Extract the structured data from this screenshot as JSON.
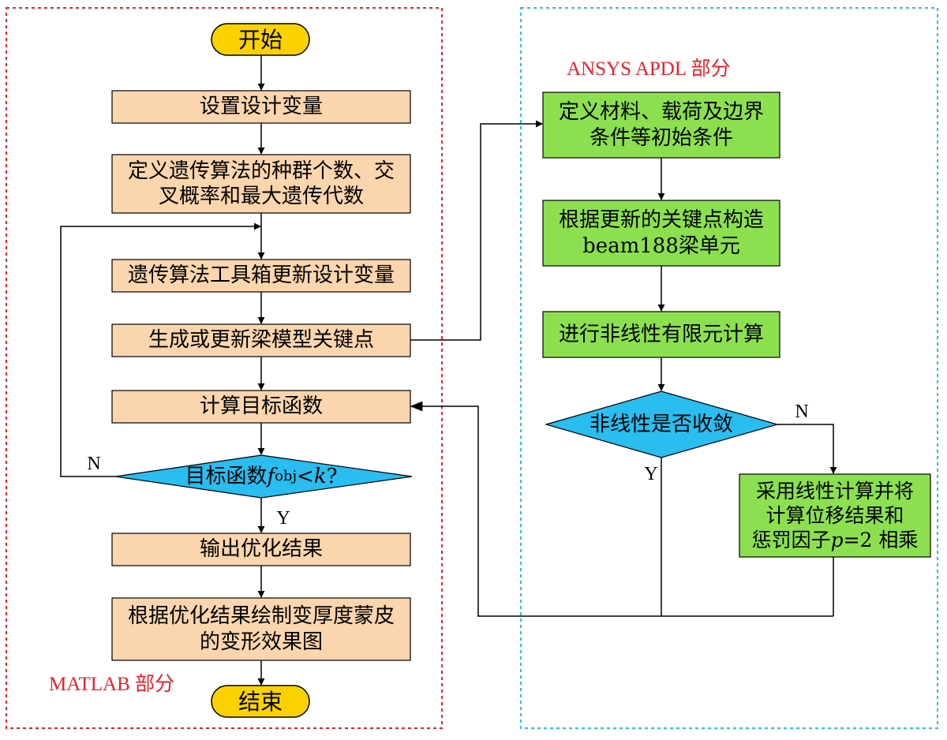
{
  "colors": {
    "process_fill": "#fad5ad",
    "apdl_fill": "#8ce04f",
    "decision_fill": "#29bdf0",
    "terminal_fill": "#fbd200",
    "matlab_border": "#e8202a",
    "apdl_border": "#29bdf0"
  },
  "sections": {
    "matlab": "MATLAB 部分",
    "apdl": "ANSYS APDL 部分"
  },
  "matlab": {
    "start": "开始",
    "set_vars": "设置设计变量",
    "define_ga": "定义遗传算法的种群个数、交\n叉概率和最大遗传代数",
    "update_vars": "遗传算法工具箱更新设计变量",
    "gen_keypoints": "生成或更新梁模型关键点",
    "compute_obj": "计算目标函数",
    "decision": {
      "prefix": "目标函数",
      "f": "f",
      "sub": "obj",
      "lt": "<",
      "k": "k",
      "q": "?"
    },
    "output": "输出优化结果",
    "plot": "根据优化结果绘制变厚度蒙皮\n的变形效果图",
    "end": "结束",
    "no_label": "N",
    "yes_label": "Y"
  },
  "apdl": {
    "define_material": "定义材料、载荷及边界\n条件等初始条件",
    "build_beam": "根据更新的关键点构造\nbeam188梁单元",
    "nonlinear_fe": "进行非线性有限元计算",
    "converge_q": "非线性是否收敛",
    "fallback": {
      "line1": "采用线性计算并将",
      "line2": "计算位移结果和",
      "line3_a": "惩罚因子",
      "line3_p": "p",
      "line3_b": "=2 相乘"
    },
    "no_label": "N",
    "yes_label": "Y"
  }
}
